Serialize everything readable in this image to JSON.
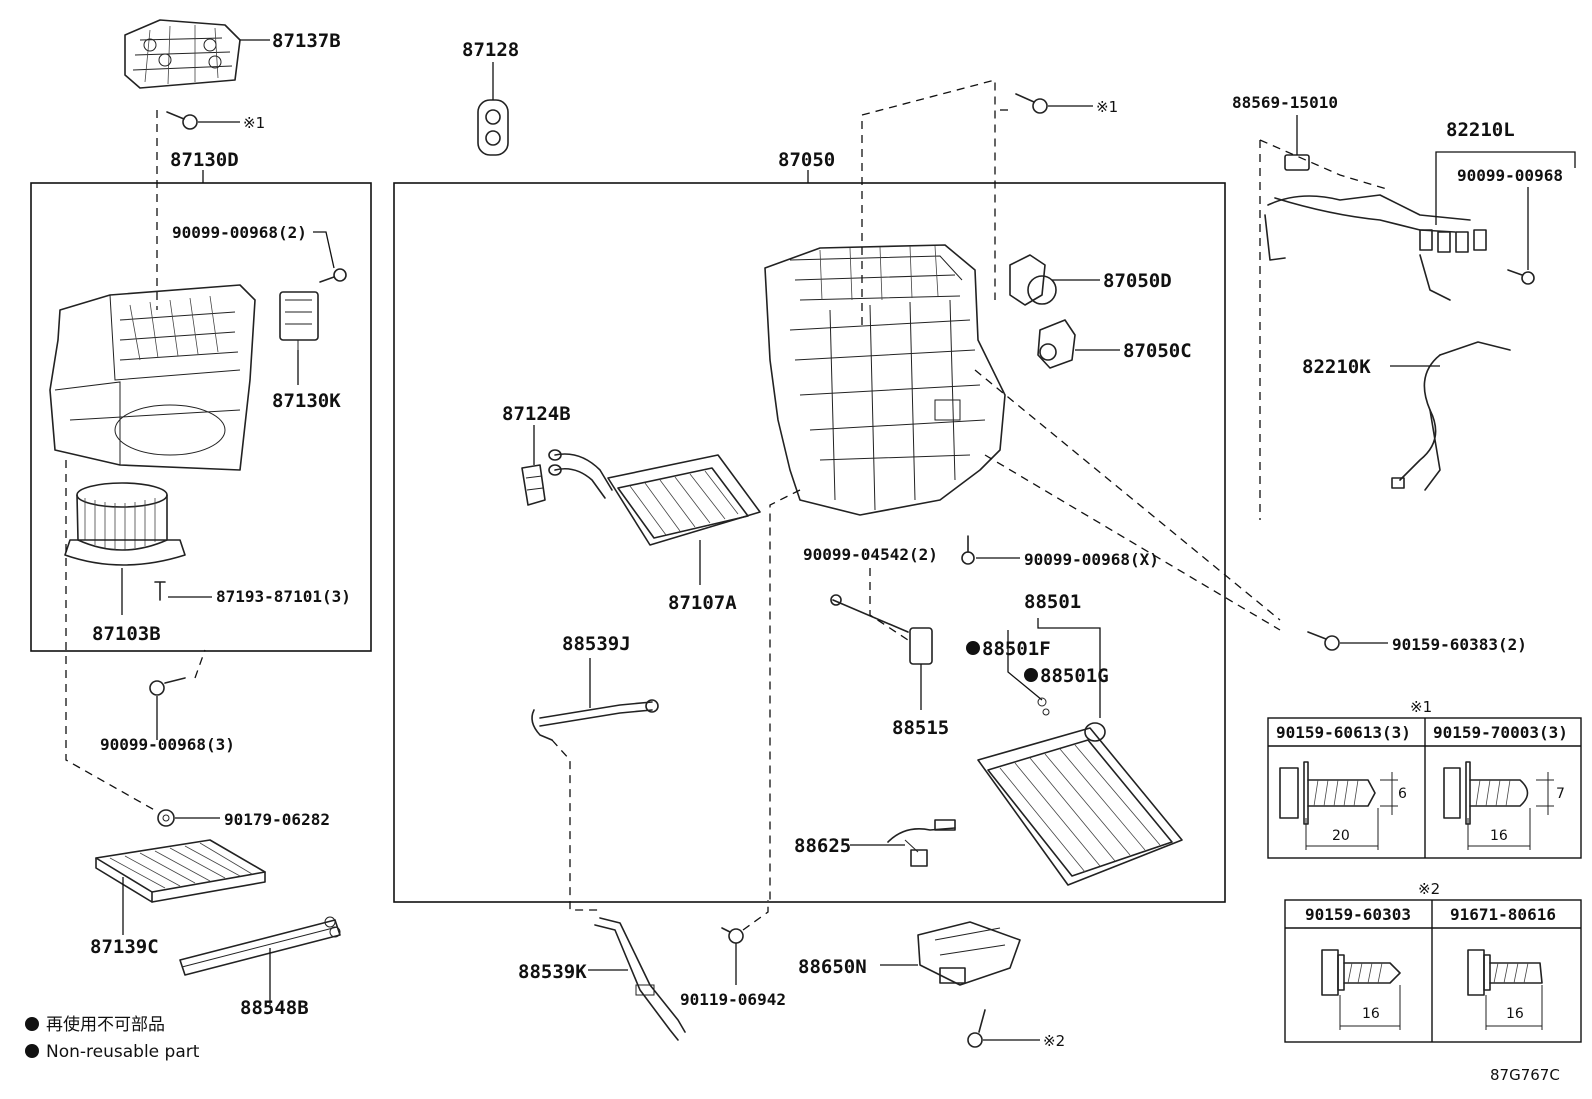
{
  "labels": {
    "p87137B": "87137B",
    "p87128": "87128",
    "p87130D": "87130D",
    "p87050": "87050",
    "p88569": "88569-15010",
    "p82210L": "82210L",
    "p90099_00968_r": "90099-00968",
    "p90099_00968_2": "90099-00968(2)",
    "p87130K": "87130K",
    "p87050D": "87050D",
    "p87050C": "87050C",
    "p82210K": "82210K",
    "p87124B": "87124B",
    "p87103B": "87103B",
    "p87193": "87193-87101(3)",
    "p87107A": "87107A",
    "p90099_04542": "90099-04542(2)",
    "p90099_00968_X": "90099-00968(X)",
    "p88501": "88501",
    "p88501F": "88501F",
    "p88501G": "88501G",
    "p90159_60383": "90159-60383(2)",
    "p88539J": "88539J",
    "p88515": "88515",
    "p90099_00968_3": "90099-00968(3)",
    "p90179": "90179-06282",
    "p88625": "88625",
    "p87139C": "87139C",
    "p88539K": "88539K",
    "p90119": "90119-06942",
    "p88650N": "88650N",
    "p88548B": "88548B",
    "ref1_top": "※1",
    "ref1_mid": "※1",
    "ref2_bot": "※2",
    "ref1_table": "※1",
    "ref2_table": "※2"
  },
  "table1": {
    "col1": "90159-60613(3)",
    "col2": "90159-70003(3)",
    "dim1_len": "20",
    "dim1_dia": "6",
    "dim2_len": "16",
    "dim2_dia": "7"
  },
  "table2": {
    "col1": "90159-60303",
    "col2": "91671-80616",
    "dim1_len": "16",
    "dim2_len": "16"
  },
  "legend": {
    "line1": "再使用不可部品",
    "line2": "Non-reusable part"
  },
  "diagram_code": "87G767C"
}
